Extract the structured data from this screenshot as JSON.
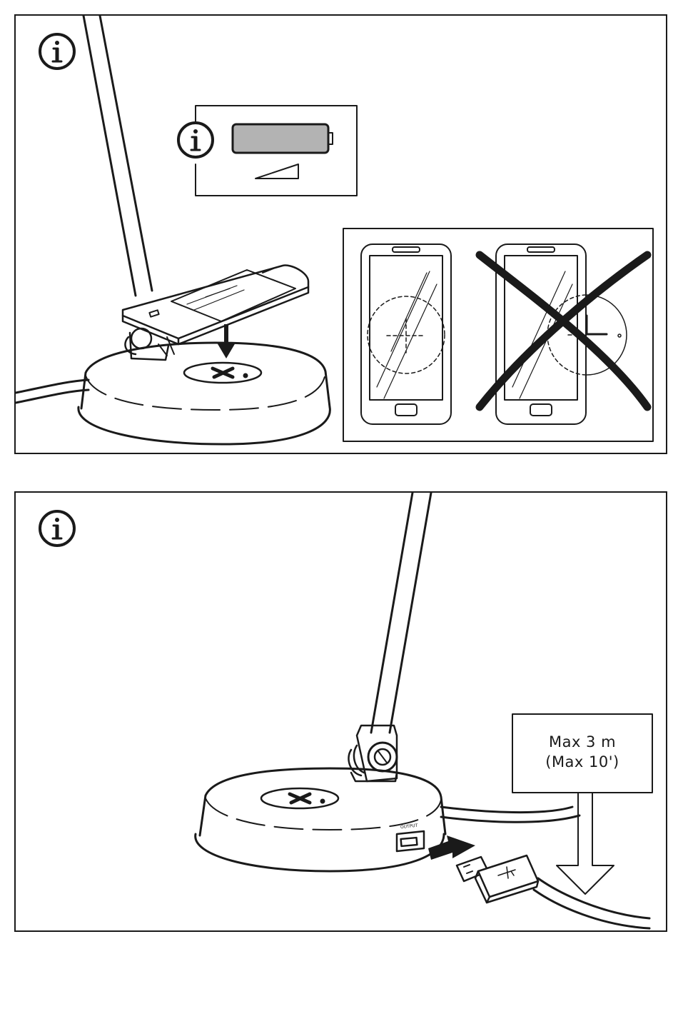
{
  "cable_length": {
    "line1": "Max 3 m",
    "line2": "(Max 10')"
  },
  "port_label": "OUTPUT",
  "icons": {
    "info": "info-circle-icon",
    "battery": "battery-icon",
    "volume": "level-wedge-icon",
    "wrong": "cross-out-icon",
    "arrow": "down-arrow-icon"
  },
  "colors": {
    "ink": "#1a1a1a",
    "battery_fill": "#b3b3b3"
  }
}
